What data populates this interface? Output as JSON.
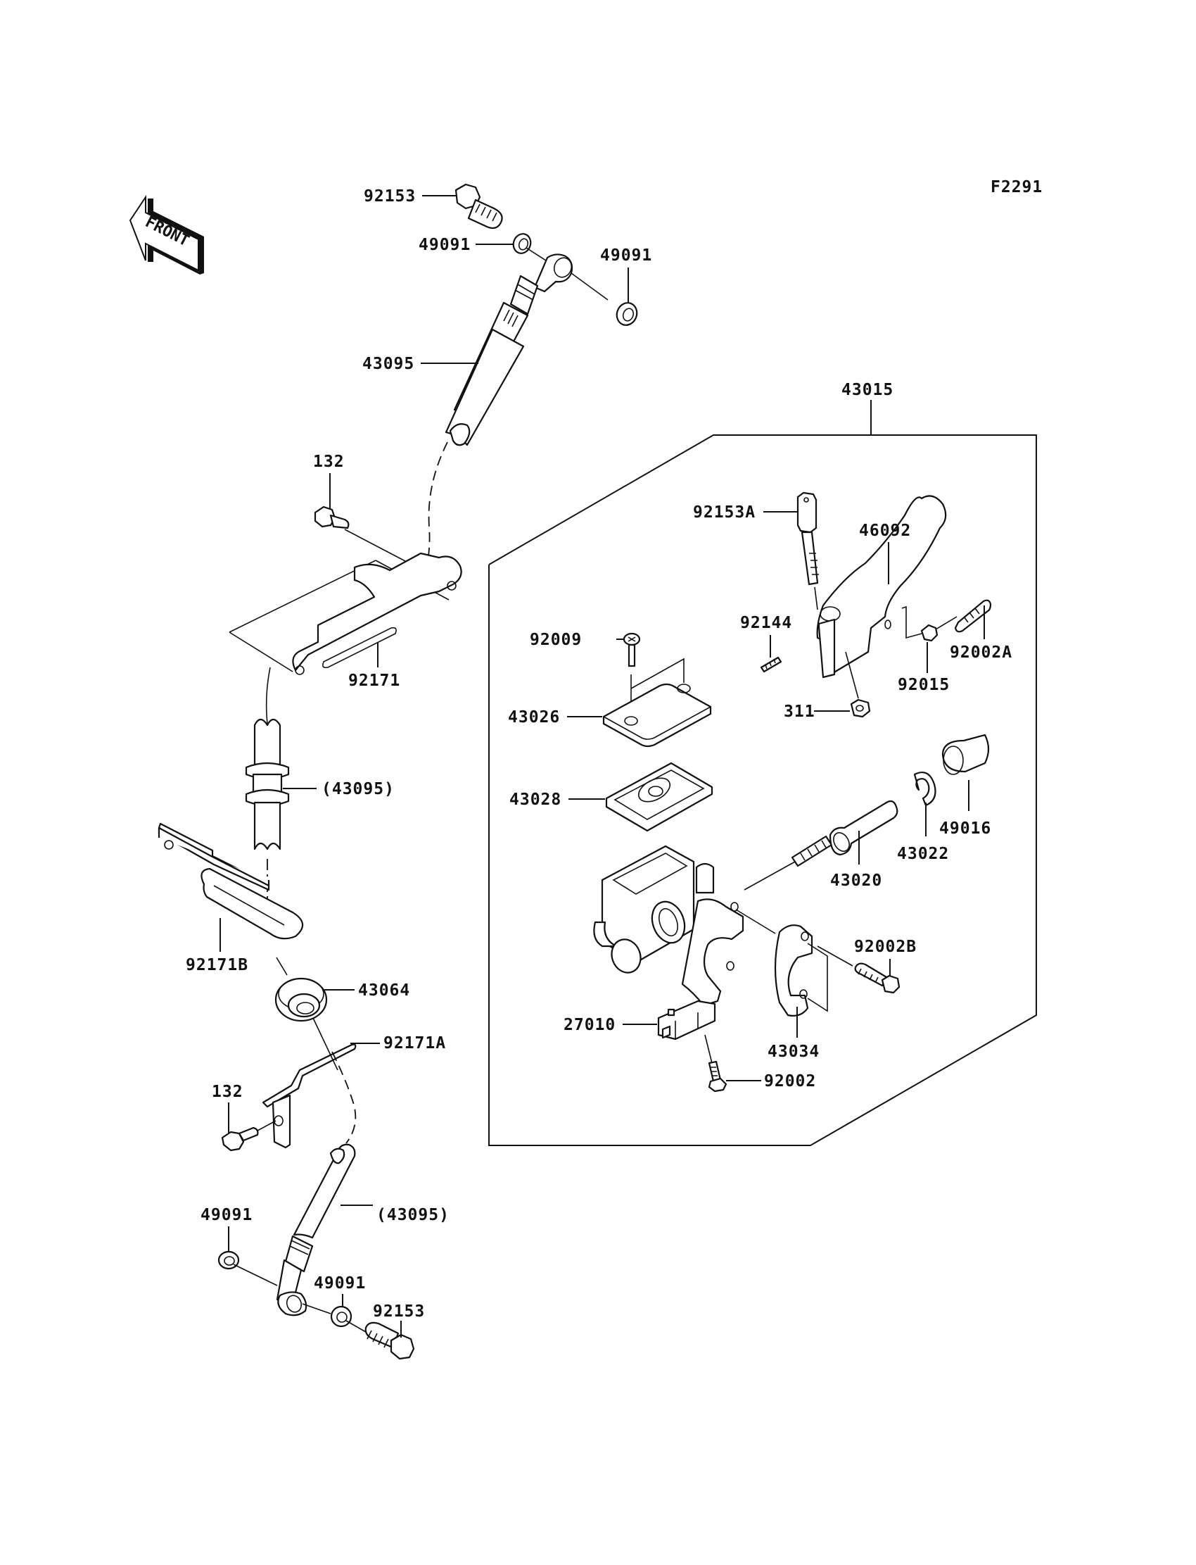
{
  "diagram": {
    "figure_code": "F2291",
    "direction_indicator": "FRONT",
    "assembly_group": "43015",
    "callouts": {
      "bolt_banjo_top": "92153",
      "washer_top_left": "49091",
      "washer_top_right": "49091",
      "hose_upper": "43095",
      "bolt_clamp_top": "132",
      "clamp_upper": "92171",
      "hose_mid_ref": "(43095)",
      "clamp_b": "92171B",
      "grommet": "43064",
      "clamp_a": "92171A",
      "bolt_clamp_bottom": "132",
      "washer_bottom_left": "49091",
      "hose_lower_ref": "(43095)",
      "washer_bottom_mid": "49091",
      "bolt_banjo_bottom": "92153",
      "adjuster_bolt": "92153A",
      "lever": "46092",
      "spring": "92144",
      "screw_cap": "92009",
      "pivot_bolt": "92002A",
      "pivot_nut": "92015",
      "adjuster_nut": "311",
      "reservoir_cap": "43026",
      "diaphragm": "43028",
      "boot": "49016",
      "circlip": "43022",
      "piston_kit": "43020",
      "clamp_bolt": "92002B",
      "brake_switch": "27010",
      "holder": "43034",
      "switch_screw": "92002"
    }
  }
}
